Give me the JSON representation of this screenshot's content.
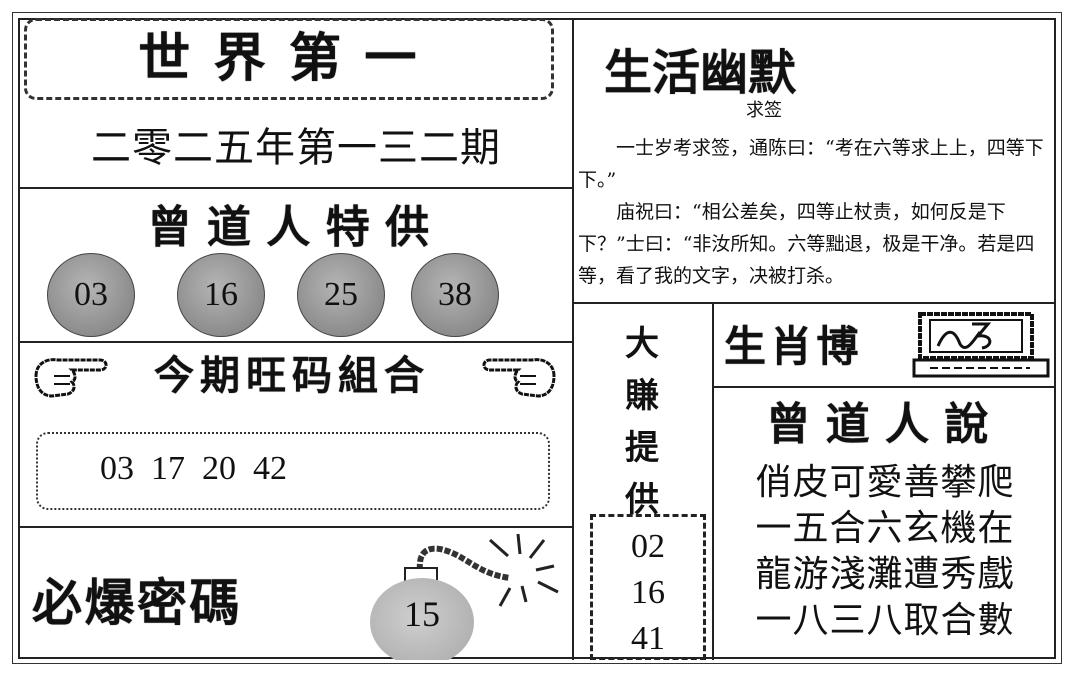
{
  "header": {
    "title": "世界第一",
    "issue": "二零二五年第一三二期"
  },
  "special_pick": {
    "title": "曾道人特供",
    "balls": [
      "03",
      "16",
      "25",
      "38"
    ],
    "ball_color": "#9a9a9a"
  },
  "hot_combo": {
    "title": "今期旺码組合",
    "left_icon": "pointing-hand-icon",
    "right_icon": "pointing-hand-icon",
    "numbers": "03  17  20  42"
  },
  "bomb_code": {
    "title": "必爆密碼",
    "icon": "bomb-icon",
    "number": "15"
  },
  "humor": {
    "title": "生活幽默",
    "subtitle": "求签",
    "paragraphs": [
      "一士岁考求签，通陈曰：“考在六等求上上，四等下下。”",
      "庙祝曰：“相公差矣，四等止杖责，如何反是下下？”士曰：“非汝所知。六等黜退，极是干净。若是四等，看了我的文字，决被打杀。"
    ]
  },
  "big_win": {
    "title_chars": [
      "大",
      "賺",
      "提",
      "供"
    ],
    "numbers": [
      "02",
      "16",
      "41"
    ]
  },
  "zodiac": {
    "title": "生肖博",
    "icon": "computer-icon"
  },
  "saying": {
    "title": "曾道人說",
    "lines": [
      "俏皮可愛善攀爬",
      "一五合六玄機在",
      "龍游淺灘遭秀戲",
      "一八三八取合數"
    ]
  }
}
